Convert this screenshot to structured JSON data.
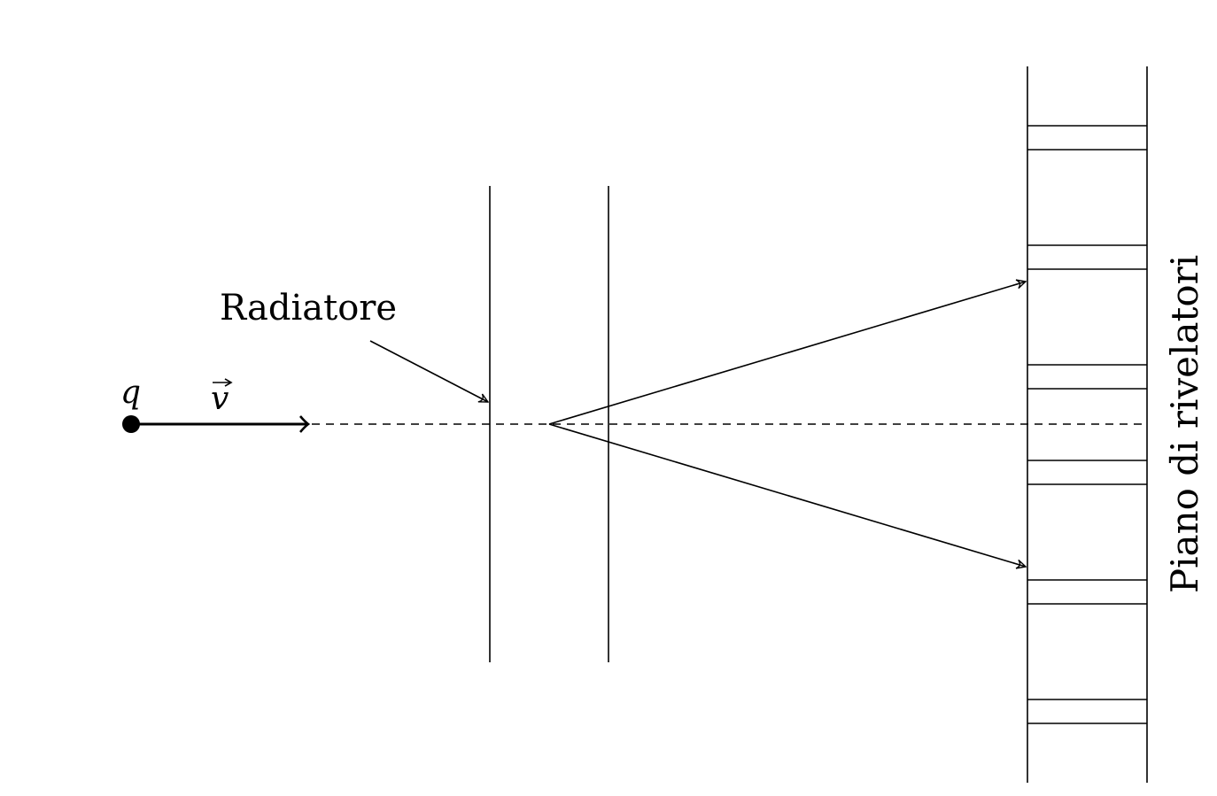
{
  "particle": {
    "charge_symbol": "q",
    "velocity_symbol": "v"
  },
  "labels": {
    "radiator": "Radiatore",
    "detector_plane": "Piano di rivelatori"
  }
}
